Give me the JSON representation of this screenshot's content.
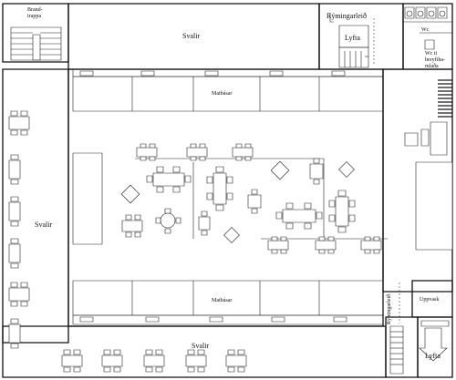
{
  "labels": {
    "brandtrappa_1": "Brand-",
    "brandtrappa_2": "trappa",
    "svalir_top": "Svalir",
    "svalir_left": "Svalir",
    "svalir_bottom": "Svalir",
    "ryming_top": "Rýmingarleið",
    "lyfta_top": "Lyfta",
    "lyfta_bottom": "Lyfta",
    "wc": "Wc",
    "wc_disabled_1": "Wc ti",
    "wc_disabled_2": "hreyfiha-",
    "wc_disabled_3": "mlaða",
    "matbasar_top": "Matbásar",
    "matbasar_bottom": "Matbásar",
    "ryming_bottom": "Rýmingarleið",
    "uppvask": "Uppvask"
  },
  "colors": {
    "line": "#222222",
    "wall": "#111111",
    "fill": "#ffffff",
    "shade": "#dcdcdc"
  }
}
